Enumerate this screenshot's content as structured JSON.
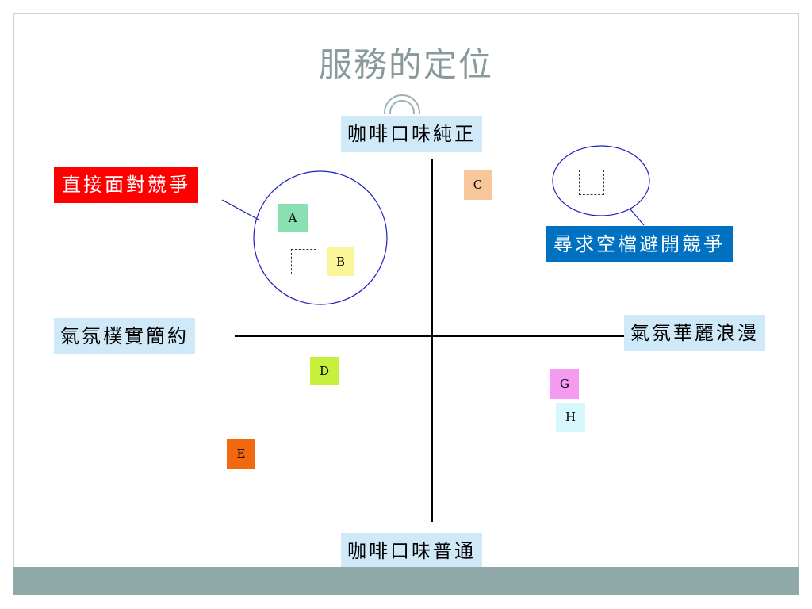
{
  "title": "服務的定位",
  "axes": {
    "top": "咖啡口味純正",
    "bottom": "咖啡口味普通",
    "left": "氣氛樸實簡約",
    "right": "氣氛華麗浪漫"
  },
  "callouts": {
    "direct": {
      "text": "直接面對競爭",
      "color": "#ff0000"
    },
    "avoid": {
      "text": "尋求空檔避開競爭",
      "color": "#0070c0"
    }
  },
  "markers": [
    {
      "label": "A",
      "color": "#88e0b0"
    },
    {
      "label": "B",
      "color": "#fbf59a"
    },
    {
      "label": "C",
      "color": "#f7c79a"
    },
    {
      "label": "D",
      "color": "#c6f03c"
    },
    {
      "label": "E",
      "color": "#f2680f"
    },
    {
      "label": "G",
      "color": "#f49af0"
    },
    {
      "label": "H",
      "color": "#d6f7fb"
    }
  ],
  "colors": {
    "axis_label_bg": "#d0e9f9",
    "circle_stroke": "#1f1fbf",
    "footer": "#8fa9a9"
  }
}
